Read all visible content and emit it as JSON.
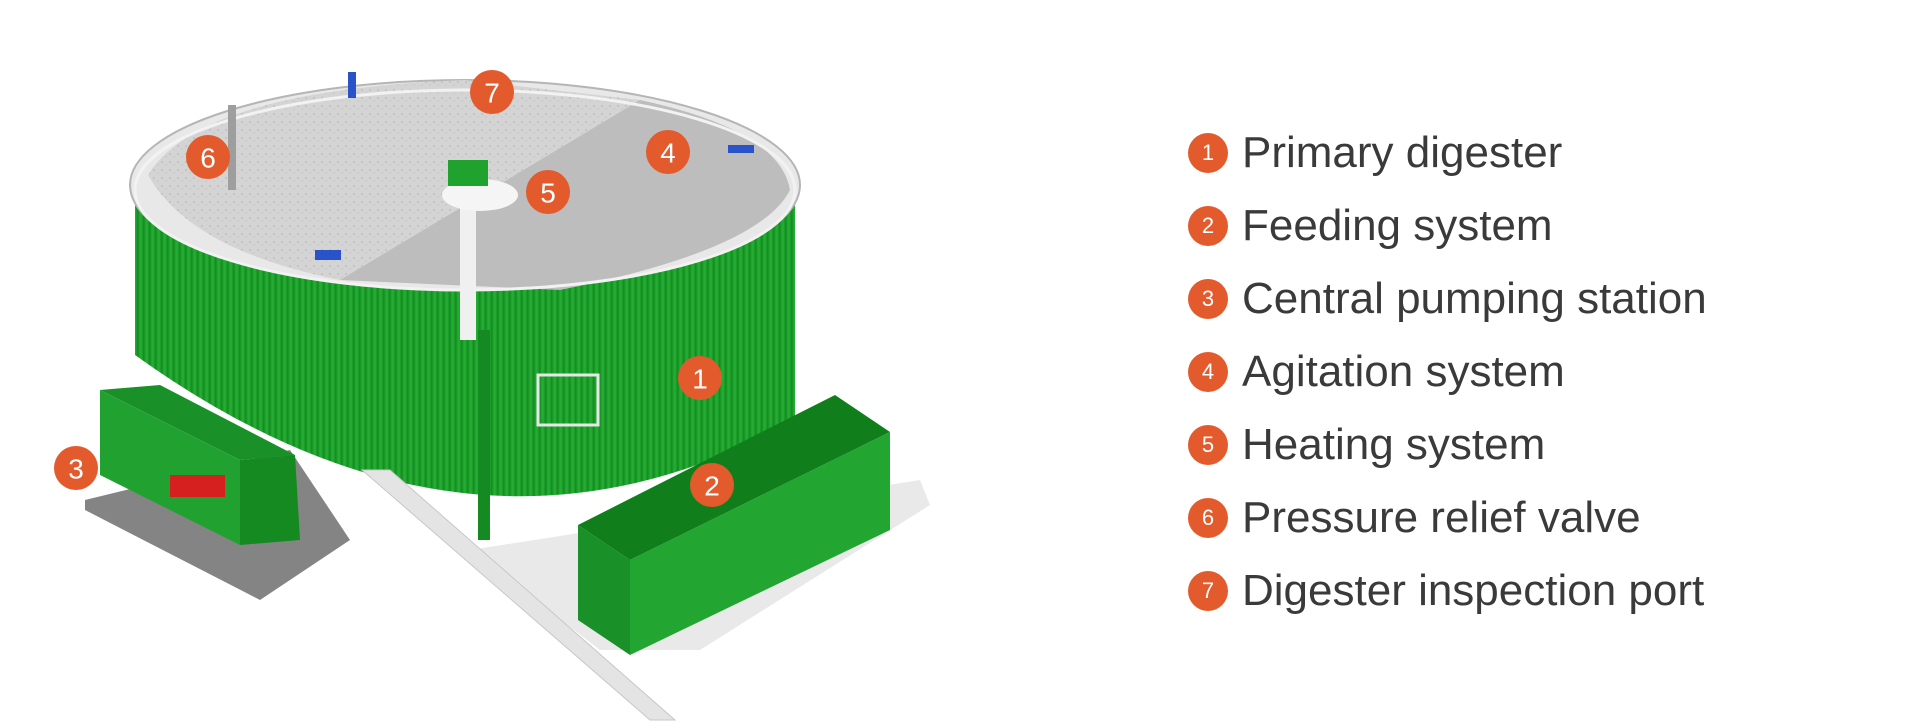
{
  "colors": {
    "accent": "#e35a2c",
    "digester_green": "#1fa32e",
    "roof_gray": "#cfcfcf",
    "text": "#3a3a3a"
  },
  "components": [
    {
      "number": "1",
      "label": "Primary digester"
    },
    {
      "number": "2",
      "label": "Feeding system"
    },
    {
      "number": "3",
      "label": "Central pumping station"
    },
    {
      "number": "4",
      "label": "Agitation system"
    },
    {
      "number": "5",
      "label": "Heating system"
    },
    {
      "number": "6",
      "label": "Pressure relief valve"
    },
    {
      "number": "7",
      "label": "Digester inspection port"
    }
  ]
}
